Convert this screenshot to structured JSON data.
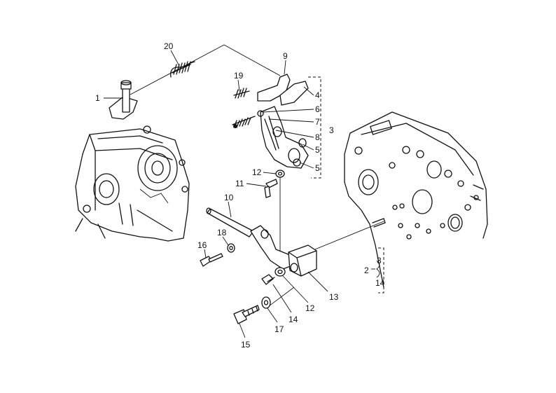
{
  "callouts": [
    {
      "id": "c1",
      "text": "1"
    },
    {
      "id": "c20",
      "text": "20"
    },
    {
      "id": "c9",
      "text": "9"
    },
    {
      "id": "c19",
      "text": "19"
    },
    {
      "id": "c4",
      "text": "4"
    },
    {
      "id": "c6",
      "text": "6"
    },
    {
      "id": "c7",
      "text": "7"
    },
    {
      "id": "c3a",
      "text": "3"
    },
    {
      "id": "c8",
      "text": "8"
    },
    {
      "id": "c5a",
      "text": "5"
    },
    {
      "id": "c5b",
      "text": "5"
    },
    {
      "id": "c12a",
      "text": "12"
    },
    {
      "id": "c11",
      "text": "11"
    },
    {
      "id": "c10",
      "text": "10"
    },
    {
      "id": "c18",
      "text": "18"
    },
    {
      "id": "c16",
      "text": "16"
    },
    {
      "id": "c13",
      "text": "13"
    },
    {
      "id": "c12b",
      "text": "12"
    },
    {
      "id": "c14a",
      "text": "14"
    },
    {
      "id": "c17",
      "text": "17"
    },
    {
      "id": "c15",
      "text": "15"
    },
    {
      "id": "c2",
      "text": "2"
    },
    {
      "id": "c3b",
      "text": "3"
    },
    {
      "id": "c14b",
      "text": "14"
    }
  ]
}
